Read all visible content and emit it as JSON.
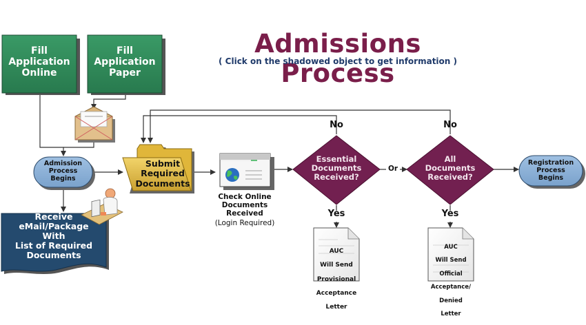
{
  "header": {
    "title": "Admissions Process",
    "subtitle": "( Click on the shadowed object to get information )"
  },
  "colors": {
    "title": "#7a1e4a",
    "subtitle": "#1f3a6a",
    "green_box": "#2e8b5a",
    "diamond": "#722050",
    "oval": "#8fb3d9",
    "wave_box": "#244a6e",
    "folder": "#e8c44a",
    "connector": "#333333"
  },
  "nodes": {
    "fill_online": "Fill\nApplication\nOnline",
    "fill_paper": "Fill\nApplication\nPaper",
    "admission_begins": "Admission\nProcess\nBegins",
    "submit_docs": "Submit\nRequired\nDocuments",
    "receive_email": "Receive\neMail/Package\nWith\nList of Required\nDocuments",
    "check_online": "Check Online\nDocuments\nReceived",
    "check_online_note": "(Login Required)",
    "essential_decision": "Essential\nDocuments\nReceived?",
    "all_decision": "All\nDocuments\nReceived?",
    "registration_begins": "Registration\nProcess\nBegins",
    "provisional_letter": [
      "AUC",
      "Will Send",
      "Provisional",
      "Acceptance",
      "Letter"
    ],
    "official_letter": [
      "AUC",
      "Will Send",
      "Official",
      "Acceptance/",
      "Denied",
      "Letter"
    ]
  },
  "edge_labels": {
    "no": "No",
    "yes": "Yes",
    "or": "Or"
  },
  "icons": {
    "envelope": "envelope-icon",
    "person_at_desk": "person-at-computer-icon",
    "browser_globe": "browser-window-globe-icon",
    "folder": "folder-icon"
  }
}
